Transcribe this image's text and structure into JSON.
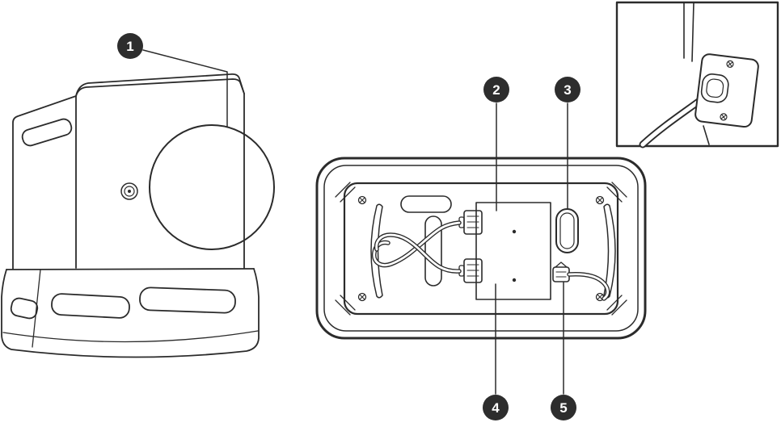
{
  "figure": {
    "callouts": [
      {
        "label": "1"
      },
      {
        "label": "2"
      },
      {
        "label": "3"
      },
      {
        "label": "4"
      },
      {
        "label": "5"
      }
    ],
    "colors": {
      "background": "#ffffff",
      "line": "#2b2b2b",
      "badge_background": "#2d2d2d",
      "badge_text": "#ffffff",
      "switch_body": "#1f1f1f",
      "switch_rocker": "#ffffff"
    }
  }
}
